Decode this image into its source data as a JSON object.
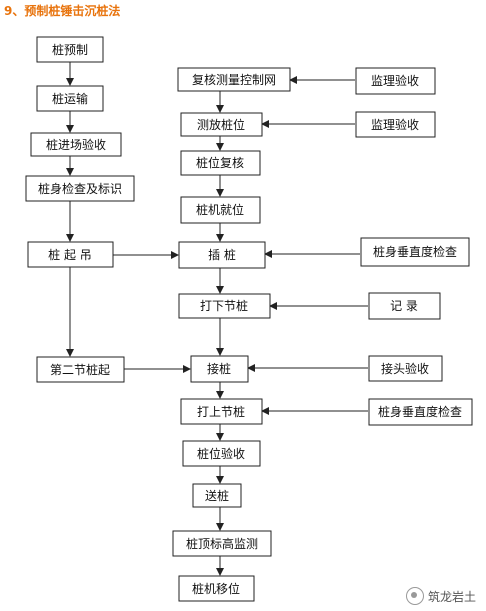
{
  "title": "9、预制桩锤击沉桩法",
  "nodes": {
    "zhu_yuzhi": "桩预制",
    "zhu_yunshu": "桩运输",
    "zhu_jinchang": "桩进场验收",
    "zhushen_jiancha_biaoshi": "桩身检查及标识",
    "zhu_qidiao": "桩 起 吊",
    "di_er_jie": "第二节桩起",
    "fuhe_celiang": "复核测量控制网",
    "cefang_zhuwei": "测放桩位",
    "zhuwei_fuhe": "桩位复核",
    "zhuji_jiuwei": "桩机就位",
    "cha_zhu": "插     桩",
    "da_xia_jie": "打下节桩",
    "jie_zhu": "接桩",
    "da_shang_jie": "打上节桩",
    "zhuwei_yanshou": "桩位验收",
    "song_zhu": "送桩",
    "zhuding_jiance": "桩顶标高监测",
    "zhuji_yiwei": "桩机移位",
    "jianli_1": "监理验收",
    "jianli_2": "监理验收",
    "chuizhi_1": "桩身垂直度检查",
    "jilu": "记      录",
    "jietou": "接头验收",
    "chuizhi_2": "桩身垂直度检查"
  },
  "watermark": "筑龙岩土"
}
